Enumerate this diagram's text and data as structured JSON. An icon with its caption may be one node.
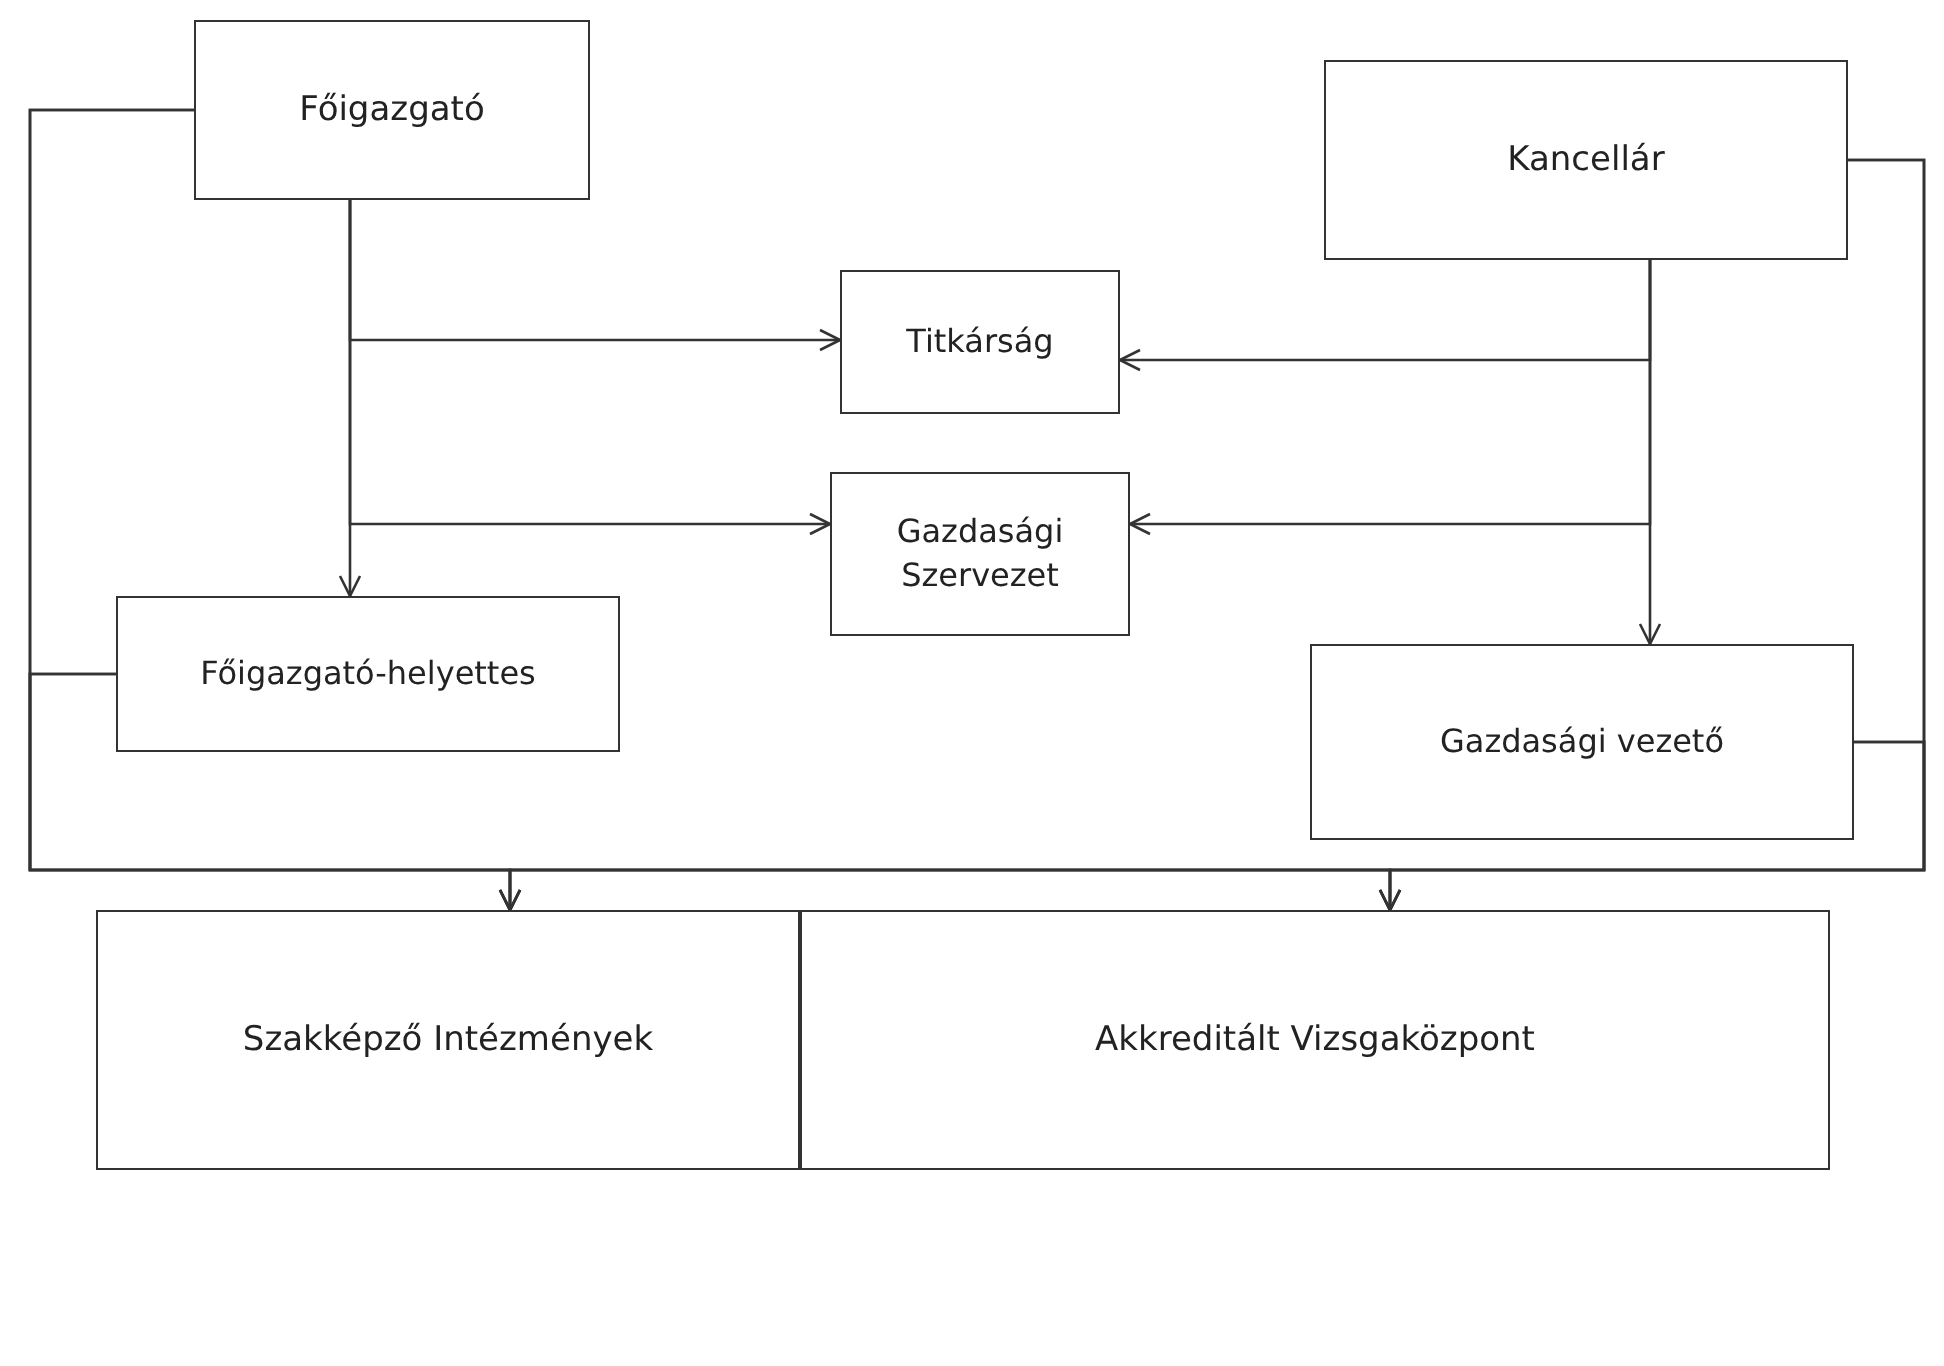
{
  "diagram": {
    "nodes": [
      {
        "text": [
          "Főigazgató"
        ]
      },
      {
        "text": [
          "Kancellár"
        ]
      },
      {
        "text": [
          "Titkárság"
        ]
      },
      {
        "text": [
          "Gazdasági Szervezet"
        ]
      },
      {
        "text": [
          "Főigazgató-helyettes"
        ]
      },
      {
        "text": [
          "Gazdasági vezető"
        ]
      },
      {
        "text": [
          "Szakképző Intézmények"
        ]
      },
      {
        "text": [
          "Akkreditált Vizsgaközpont"
        ]
      }
    ],
    "edges": [
      {
        "from": 0,
        "to": 2,
        "arrow": "to"
      },
      {
        "from": 0,
        "to": 3,
        "arrow": "to"
      },
      {
        "from": 0,
        "to": 4,
        "arrow": "to"
      },
      {
        "from": 1,
        "to": 2,
        "arrow": "to"
      },
      {
        "from": 1,
        "to": 3,
        "arrow": "to"
      },
      {
        "from": 1,
        "to": 5,
        "arrow": "to"
      },
      {
        "from": 0,
        "to": 6,
        "arrow": "to"
      },
      {
        "from": 0,
        "to": 7,
        "arrow": "to"
      },
      {
        "from": 4,
        "to": 6,
        "arrow": "to"
      },
      {
        "from": 4,
        "to": 7,
        "arrow": "to"
      },
      {
        "from": 1,
        "to": 6,
        "arrow": "to"
      },
      {
        "from": 1,
        "to": 7,
        "arrow": "to"
      },
      {
        "from": 5,
        "to": 6,
        "arrow": "to"
      },
      {
        "from": 5,
        "to": 7,
        "arrow": "to"
      }
    ]
  }
}
